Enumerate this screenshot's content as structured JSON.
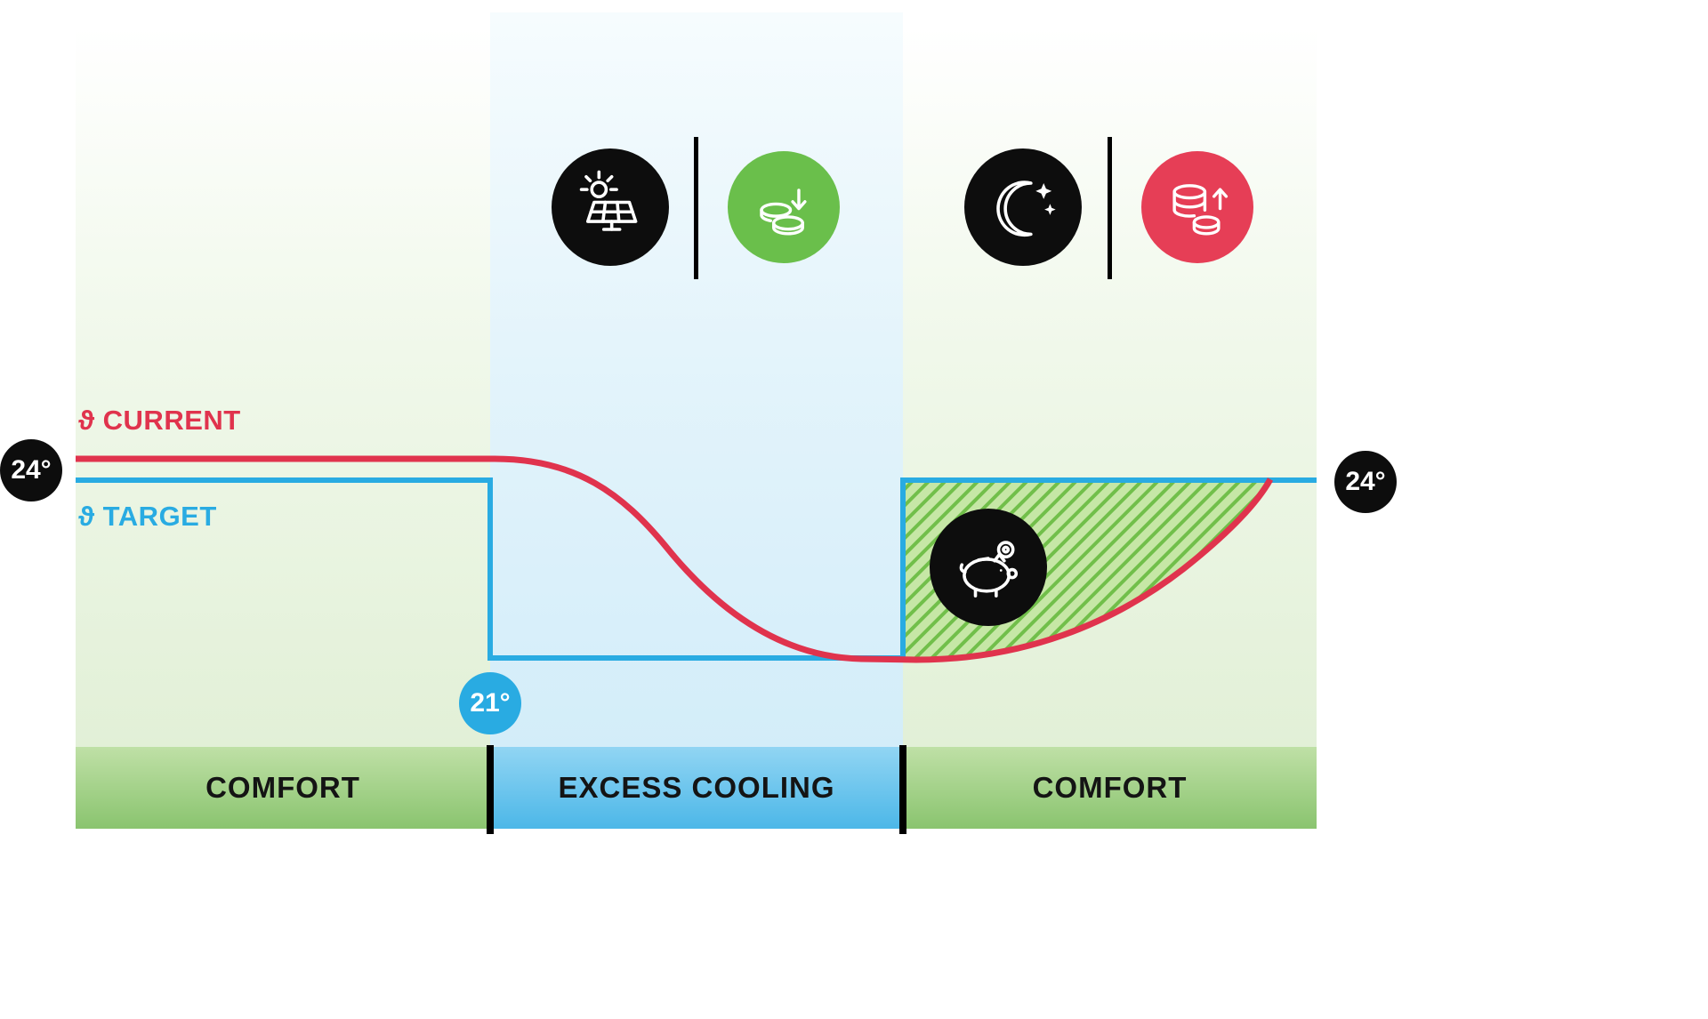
{
  "legend": {
    "current": "ϑ CURRENT",
    "target": "ϑ TARGET"
  },
  "badges": {
    "left_temp": "24°",
    "right_temp": "24°",
    "low_temp": "21°"
  },
  "zones": {
    "left": "COMFORT",
    "middle": "EXCESS COOLING",
    "right": "COMFORT"
  },
  "temperatures": {
    "comfort_target": 24,
    "excess_cooling_target": 21
  },
  "icons": {
    "solar": "solar-panel-sun-icon",
    "cost_down": "coins-arrow-down-icon",
    "night": "moon-sparkles-icon",
    "cost_up": "coins-arrow-up-icon",
    "savings": "piggy-bank-icon"
  },
  "colors": {
    "current_line": "#e0334d",
    "target_line": "#29abe2",
    "green_accent": "#6abf4b",
    "red_accent": "#e63e56",
    "black": "#0d0d0d",
    "hatch_fill": "#c6e7a6",
    "hatch_stroke": "#71bf4a"
  }
}
